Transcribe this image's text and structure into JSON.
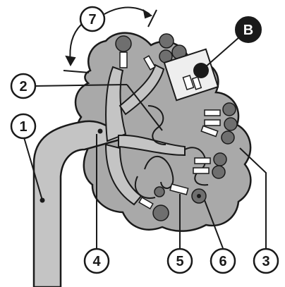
{
  "labels": {
    "l1": "1",
    "l2": "2",
    "l3": "3",
    "l4": "4",
    "l5": "5",
    "l6": "6",
    "l7": "7",
    "lB": "B"
  },
  "colors": {
    "lobe_fill": "#a9a9a9",
    "duct_fill": "#c4c4c4",
    "acinus_fill": "#6f6f6f",
    "outline": "#1a1a1a",
    "inset_fill": "#eeeeee",
    "badge_fill": "#1a1a1a",
    "label_fill": "#ffffff"
  }
}
